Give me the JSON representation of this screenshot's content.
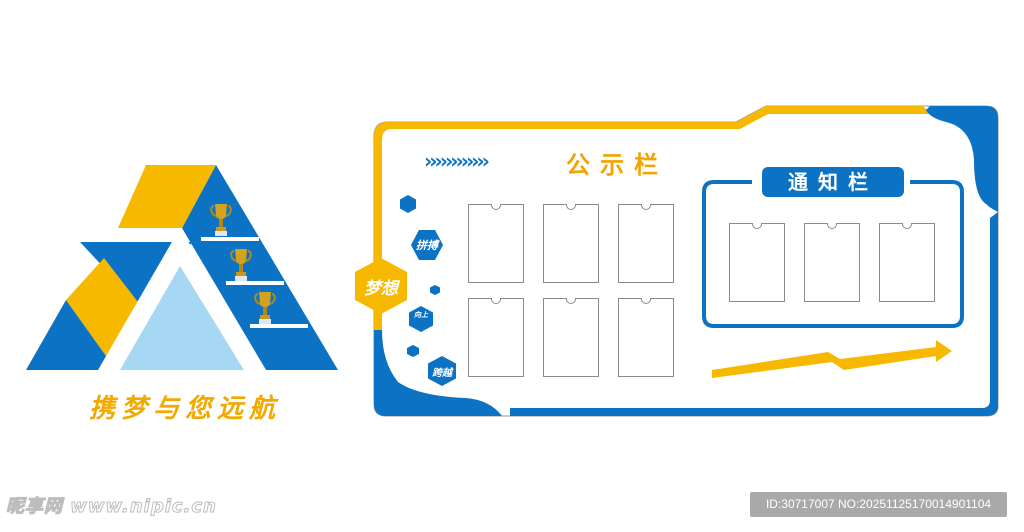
{
  "colors": {
    "blue": "#0c72c4",
    "yellow": "#f7b900",
    "orange_text": "#f2a400",
    "light_blue": "#a6d8f4",
    "gray_border": "#8a8a8a",
    "watermark_bg": "#a9a9a9"
  },
  "logo": {
    "icon": "triangle-a-trophy-logo",
    "trophies": [
      "trophy-icon",
      "trophy-icon",
      "trophy-icon"
    ],
    "slogan": "携梦与您远航"
  },
  "board": {
    "announcement": {
      "decoration": "››››››››››››",
      "title": "公示栏",
      "pockets_rows": 2,
      "pockets_per_row": 3
    },
    "notice": {
      "title": "通知栏",
      "pockets": 3
    },
    "side_hexagons": [
      {
        "label": "拼搏",
        "color": "#0c72c4"
      },
      {
        "label": "梦想",
        "color": "#f7b900"
      },
      {
        "label": "向上",
        "color": "#0c72c4"
      },
      {
        "label": "跨越",
        "color": "#0c72c4"
      }
    ],
    "arrow": "growth-arrow-icon"
  },
  "watermark": {
    "site": "昵享网 www.nipic.cn",
    "id_text": "ID:30717007 NO:20251125170014901104"
  }
}
